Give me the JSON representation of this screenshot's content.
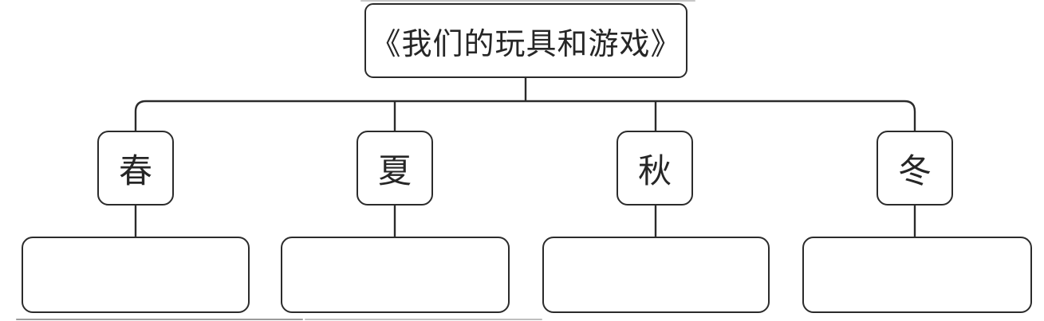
{
  "diagram": {
    "title": "《我们的玩具和游戏》",
    "seasons": [
      {
        "id": "spring",
        "label": "春",
        "answer": ""
      },
      {
        "id": "summer",
        "label": "夏",
        "answer": ""
      },
      {
        "id": "autumn",
        "label": "秋",
        "answer": ""
      },
      {
        "id": "winter",
        "label": "冬",
        "answer": ""
      }
    ],
    "colors": {
      "line": "#2b2b2b",
      "background": "#ffffff"
    }
  }
}
